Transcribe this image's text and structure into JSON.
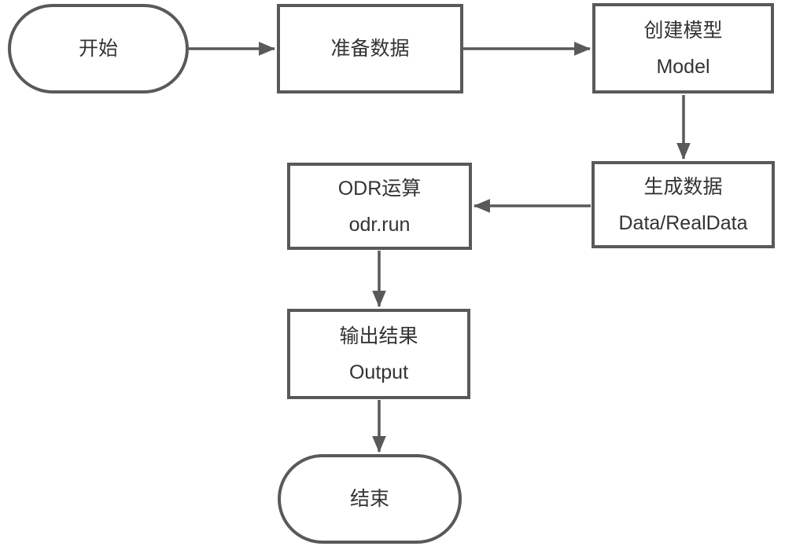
{
  "colors": {
    "stroke": "#595959",
    "text": "#333333",
    "background": "#ffffff"
  },
  "diagram": {
    "title": "ODR fitting process flowchart",
    "nodes": {
      "start": {
        "shape": "stadium",
        "title": "开始",
        "subtitle": ""
      },
      "prepare": {
        "shape": "rectangle",
        "title": "准备数据",
        "subtitle": ""
      },
      "model": {
        "shape": "rectangle",
        "title": "创建模型",
        "subtitle": "Model"
      },
      "generate": {
        "shape": "rectangle",
        "title": "生成数据",
        "subtitle": "Data/RealData"
      },
      "odr": {
        "shape": "rectangle",
        "title": "ODR运算",
        "subtitle": "odr.run"
      },
      "output": {
        "shape": "rectangle",
        "title": "输出结果",
        "subtitle": "Output"
      },
      "end": {
        "shape": "stadium",
        "title": "结束",
        "subtitle": ""
      }
    },
    "edges": [
      {
        "from": "start",
        "to": "prepare",
        "direction": "right"
      },
      {
        "from": "prepare",
        "to": "model",
        "direction": "right"
      },
      {
        "from": "model",
        "to": "generate",
        "direction": "down"
      },
      {
        "from": "generate",
        "to": "odr",
        "direction": "left"
      },
      {
        "from": "odr",
        "to": "output",
        "direction": "down"
      },
      {
        "from": "output",
        "to": "end",
        "direction": "down"
      }
    ]
  }
}
